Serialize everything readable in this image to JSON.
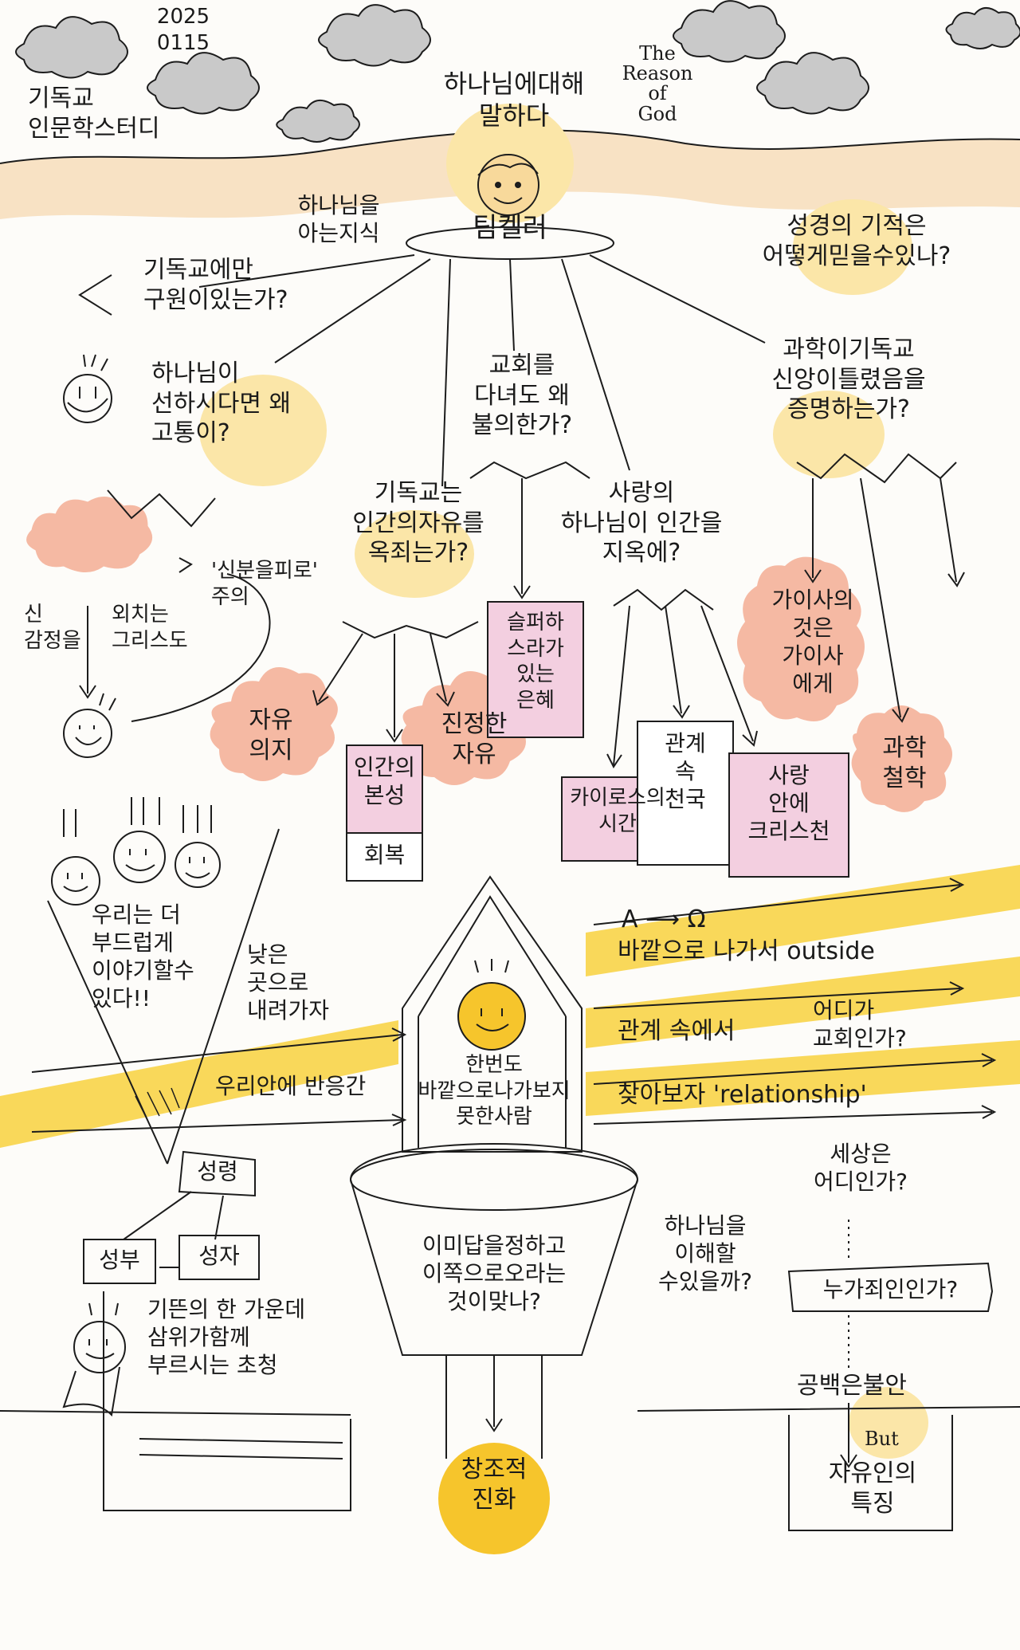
{
  "colors": {
    "band_orange": "#f8e2c4",
    "band_yellow": "#f9d85a",
    "highlight_yellow": "#fbe6a8",
    "cloud_gray": "#c9c9c9",
    "cloud_peach": "#f5b9a3",
    "pink_box": "#f3cfe0",
    "sun_yellow": "#f6c52c",
    "ink": "#1c1c1c"
  },
  "header": {
    "date": "2025\n0115",
    "study_title": "기독교\n인문학스터디",
    "book_kor": "하나님에대해\n말하다",
    "book_eng": "The\nReason\nof\nGod"
  },
  "center": {
    "author": "팀켈러",
    "to_know": "하나님을\n아는지식"
  },
  "questions": {
    "q_only_salvation": "기독교에만\n구원이있는가?",
    "q_suffering": "하나님이\n선하시다면 왜\n고통이?",
    "q_church": "교회를\n다녀도 왜\n불의한가?",
    "q_miracles": "성경의 기적은\n어떻게믿을수있나?",
    "q_science": "과학이기독교\n신앙이틀렸음을\n증명하는가?",
    "q_freedom": "기독교는\n인간의자유를\n옥죄는가?",
    "q_love": "사랑의\n하나님이 인간을\n지옥에?"
  },
  "notes": {
    "god_emotion": "신\n감정을",
    "jesus_note": "외치는\n그리스도",
    "shin_jul": "'신분을피로'\n주의",
    "free_will": "자유\n의지",
    "human_nature": "인간의\n본성",
    "recovery": "회복",
    "true_freedom": "진정한\n자유",
    "grace_box": "슬퍼하\n스라가\n있는\n은혜",
    "kairos": "카이로스의\n시간",
    "relationship_box": "관계\n속\n천국",
    "love_card": "사랑\n안에\n크리스천",
    "caesar": "가이사의\n것은\n가이사\n에게",
    "science_philosophy": "과학\n철학",
    "gentle": "우리는 더\n부드럽게\n이야기할수\n있다!!",
    "go_low": "낮은\n곳으로\n내려가자",
    "among_us": "우리안에 반응간",
    "never_outside": "한번도\n바깥으로나가보지\n못한사람",
    "trinity": "성령",
    "father": "성부",
    "son": "성자",
    "trinity_desc": "기뜬의 한 가운데\n삼위가함께\n부르시는 초청",
    "already_decided": "이미답을정하고\n이쪽으로오라는\n것이맞나?",
    "understand_god": "하나님을\n이해할\n수있을까?",
    "creative_dialogue": "창조적\n진화",
    "a_to_omega": "A ⟶ Ω",
    "go_outside": "바깥으로 나가서 outside",
    "in_relation": "관계 속에서",
    "where_church": "어디가\n교회인가?",
    "find_relationship": "찾아보자 'relationship'",
    "where_world": "세상은\n어디인가?",
    "who_sinner": "누가죄인인가?",
    "void_anxiety": "공백은불안",
    "but": "But",
    "free_trait": "자유인의\n특징"
  }
}
